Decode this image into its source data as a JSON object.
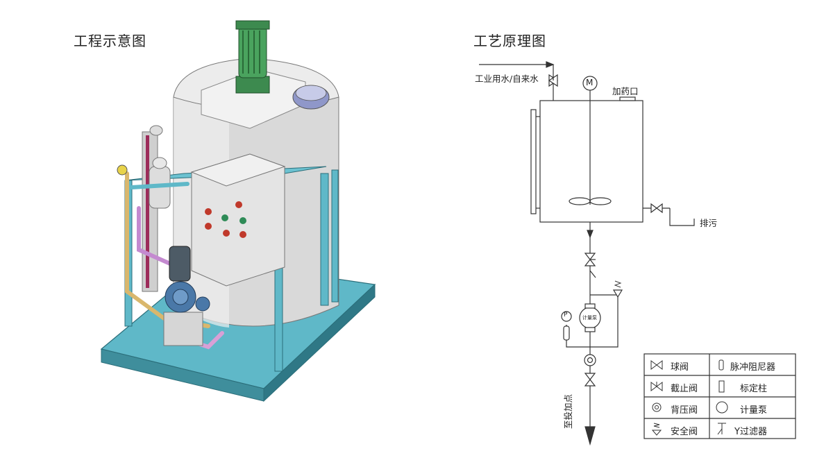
{
  "left_panel": {
    "title": "工程示意图"
  },
  "right_panel": {
    "title": "工艺原理图",
    "labels": {
      "water_inlet": "工业用水/自来水",
      "dosing_port": "加药口",
      "motor": "M",
      "drain": "排污",
      "outlet": "至投加点",
      "pressure": "P",
      "meter_pump": "计量泵"
    },
    "legend": [
      {
        "symbol": "ball-valve",
        "label": "球阀"
      },
      {
        "symbol": "pulse-damper",
        "label": "脉冲阻尼器"
      },
      {
        "symbol": "globe-valve",
        "label": "截止阀"
      },
      {
        "symbol": "calibration-column",
        "label": "标定柱"
      },
      {
        "symbol": "back-pressure-valve",
        "label": "背压阀"
      },
      {
        "symbol": "metering-pump",
        "label": "计量泵"
      },
      {
        "symbol": "safety-valve",
        "label": "安全阀"
      },
      {
        "symbol": "y-strainer",
        "label": "Y过滤器"
      }
    ]
  }
}
